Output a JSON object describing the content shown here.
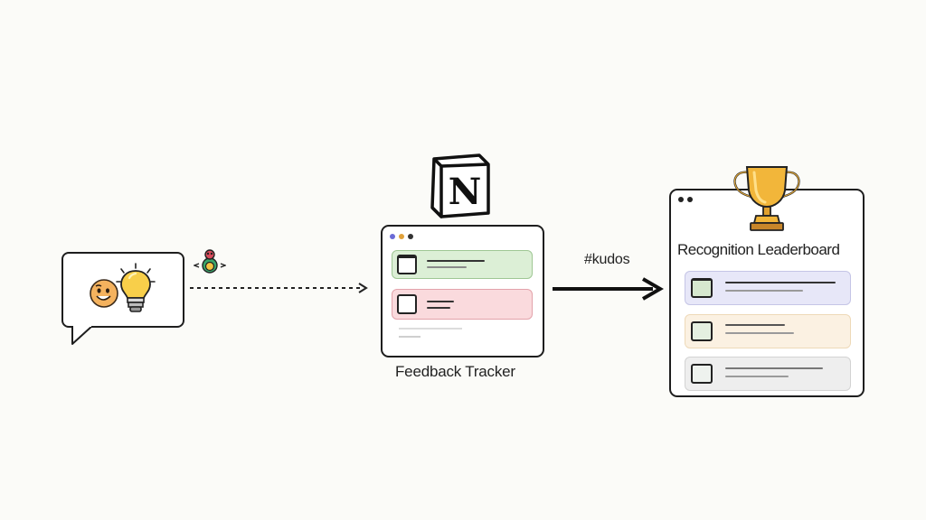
{
  "diagram": {
    "source": {
      "face_icon": "smiling-face-icon",
      "idea_icon": "lightbulb-icon",
      "app_icon": "slack-icon"
    },
    "notion_logo_letter": "N",
    "tracker": {
      "caption": "Feedback Tracker",
      "row_colors": [
        "#dcefd6",
        "#fadadd"
      ],
      "dot_colors": [
        "#6b6bd6",
        "#e0a13a",
        "#333333"
      ]
    },
    "edge_label": "#kudos",
    "leaderboard": {
      "caption": "Recognition Leaderboard",
      "trophy_icon": "trophy-icon",
      "row_colors": [
        "#e7e7f8",
        "#fbf1e2",
        "#eeeeee"
      ]
    }
  }
}
